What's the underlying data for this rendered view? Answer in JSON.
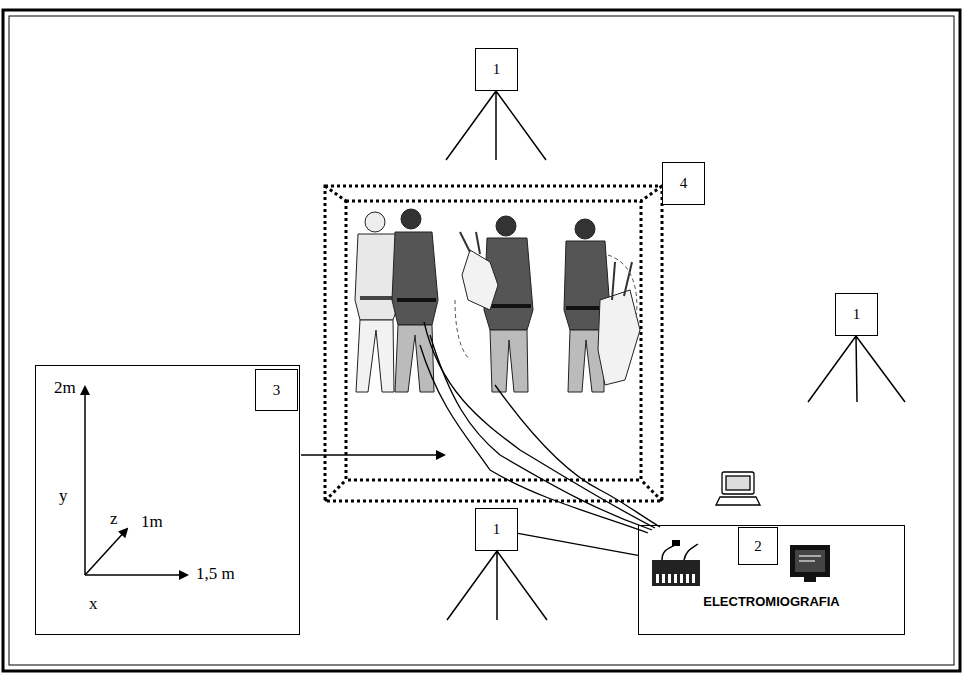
{
  "diagram": {
    "nodes": [
      {
        "text": [
          "1"
        ]
      },
      {
        "text": [
          "4"
        ]
      },
      {
        "text": [
          "2m",
          "y",
          "z",
          "1m",
          "1,5 m",
          "x"
        ]
      },
      {
        "text": [
          "3"
        ],
        "in": 2
      },
      {
        "text": [
          "1"
        ]
      },
      {
        "text": [
          "1"
        ]
      },
      {
        "text": [
          "ELECTROMIOGRAFIA"
        ]
      },
      {
        "text": [
          "2"
        ],
        "in": 6
      }
    ],
    "edges": [
      {
        "from": 5,
        "to": 6,
        "arrow": "none"
      }
    ]
  }
}
